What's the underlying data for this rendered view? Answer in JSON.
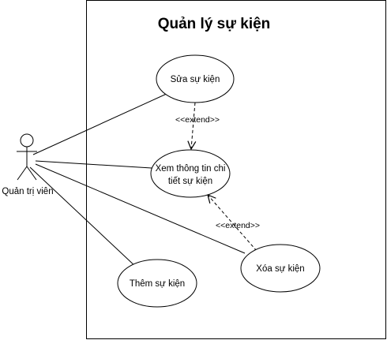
{
  "title": "Quản lý sự kiện",
  "actor": {
    "name": "Quản trị viên"
  },
  "use_cases": {
    "edit": "Sửa sự kiện",
    "view_line1": "Xem thông tin chi",
    "view_line2": "tiết sự kiện",
    "delete": "Xóa sự kiện",
    "add": "Thêm sự kiện"
  },
  "relations": {
    "extend_edit": "<<extend>>",
    "extend_delete": "<<extend>>"
  },
  "colors": {
    "stroke": "#000000",
    "background": "#ffffff"
  }
}
